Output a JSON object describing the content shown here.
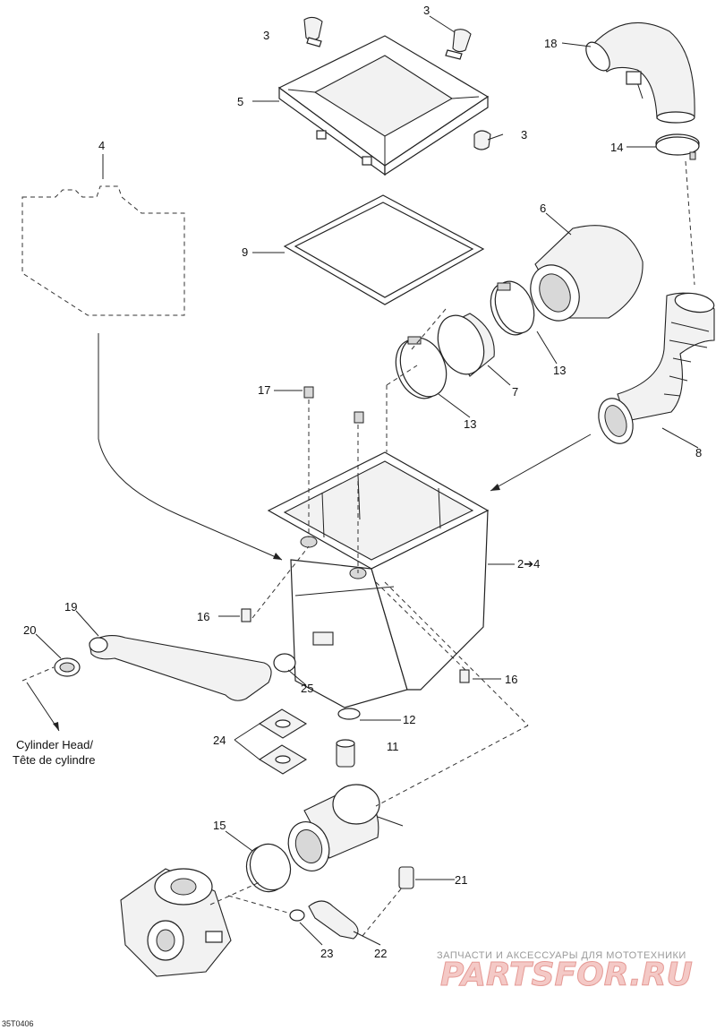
{
  "callouts": {
    "c3a": "3",
    "c3b": "3",
    "c3c": "3",
    "c4": "4",
    "c5": "5",
    "c6": "6",
    "c7": "7",
    "c8": "8",
    "c9": "9",
    "c11": "11",
    "c12": "12",
    "c13a": "13",
    "c13b": "13",
    "c14": "14",
    "c15": "15",
    "c16a": "16",
    "c16b": "16",
    "c17": "17",
    "c18": "18",
    "c19": "19",
    "c20": "20",
    "c21": "21",
    "c22": "22",
    "c23": "23",
    "c24": "24",
    "c25": "25",
    "c2to4": "2➔4"
  },
  "reference": {
    "line1": "Cylinder Head/",
    "line2": "Tête de cylindre"
  },
  "watermark": {
    "tagline": "ЗАПЧАСТИ И АКСЕССУАРЫ ДЛЯ МОТОТЕХНИКИ",
    "logo": "PARTSFOR.RU"
  },
  "figure_code": "35T0406"
}
